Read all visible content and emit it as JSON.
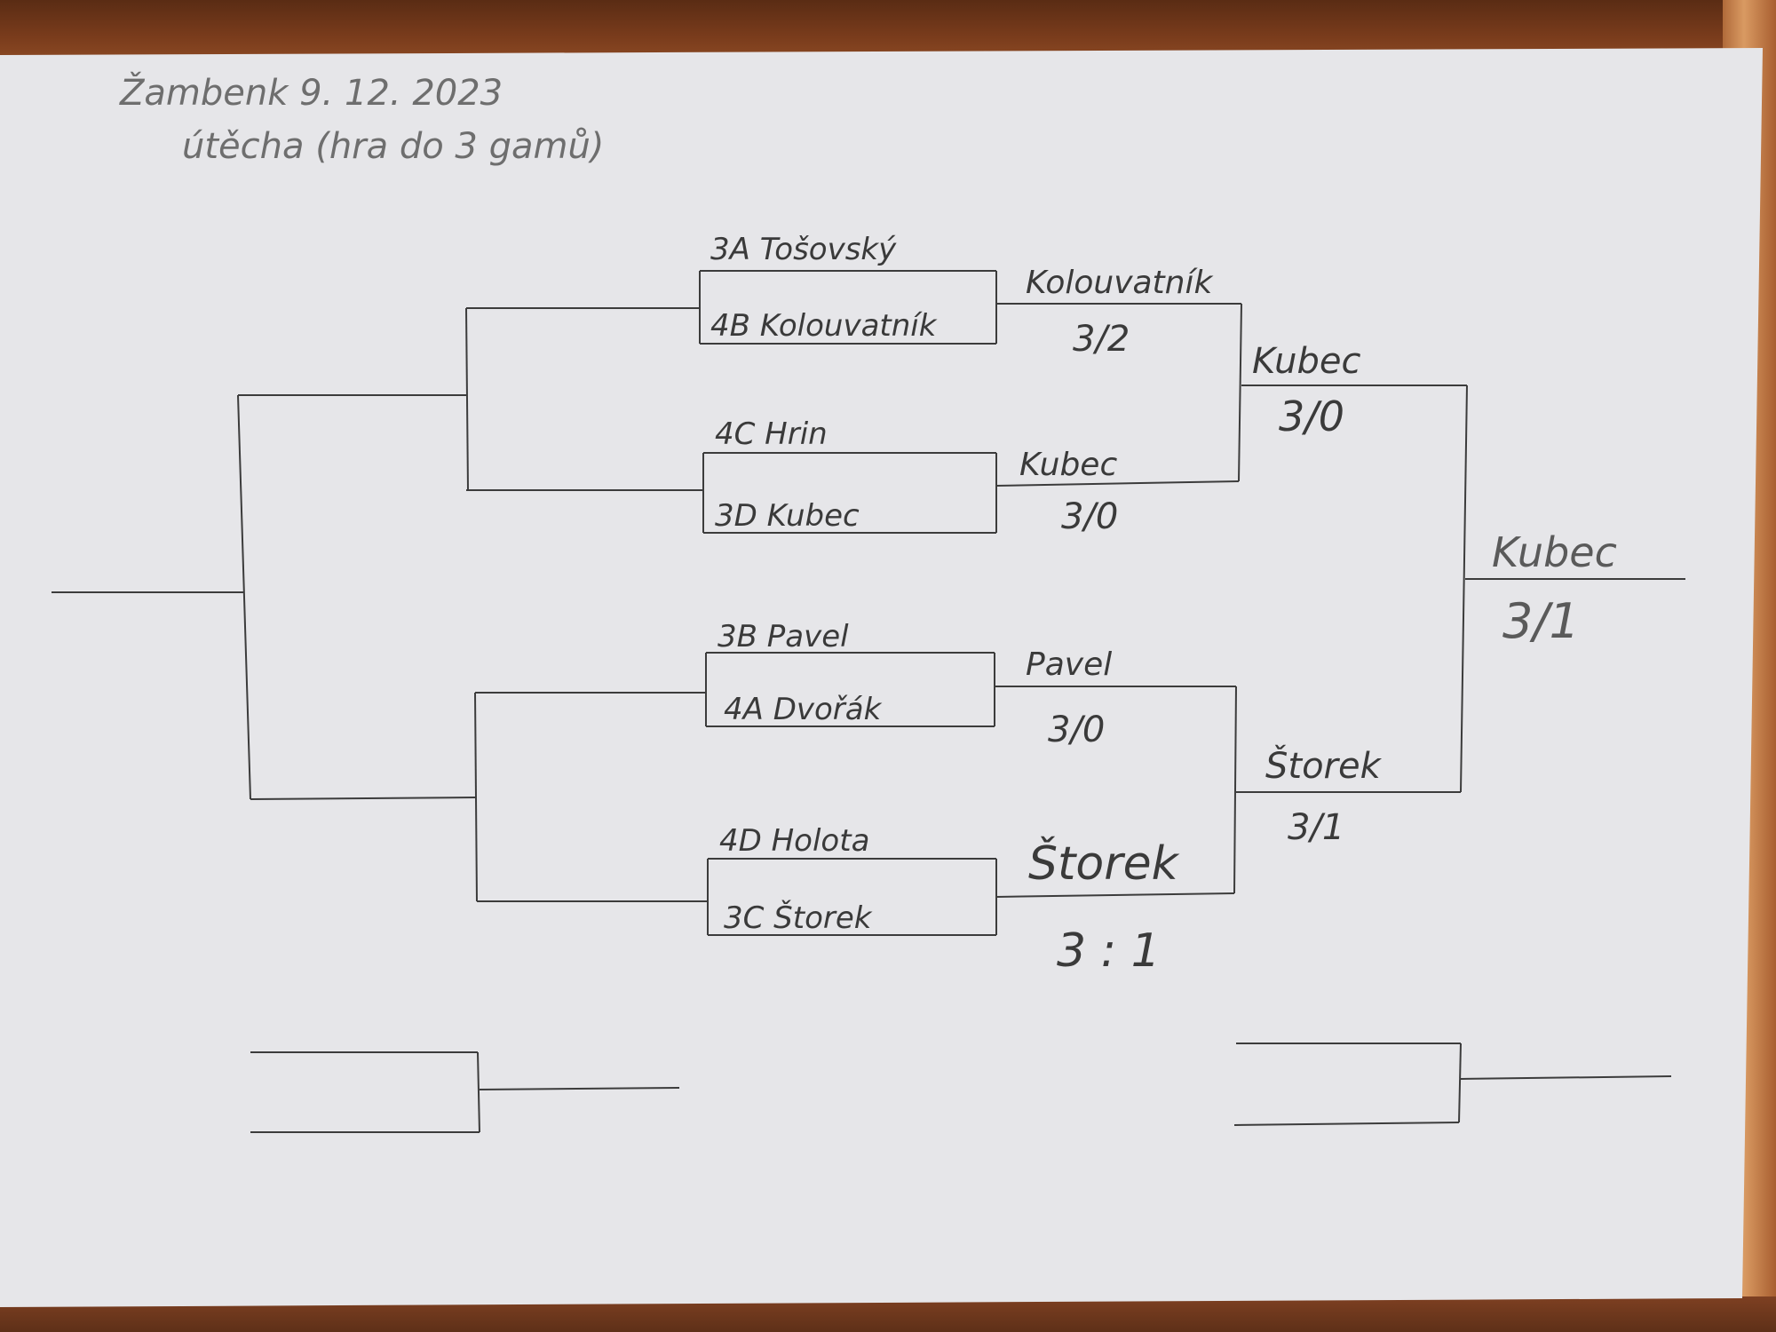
{
  "header": {
    "line1": "Žambenk 9. 12. 2023",
    "line2": "útěcha (hra do 3 gamů)"
  },
  "bracket": {
    "round1": [
      {
        "top": "3A  Tošovský",
        "bottom": "4B  Kolouvatník"
      },
      {
        "top": "4C  Hrin",
        "bottom": "3D  Kubec"
      },
      {
        "top": "3B  Pavel",
        "bottom": "4A  Dvořák"
      },
      {
        "top": "4D  Holota",
        "bottom": "3C  Štorek"
      }
    ],
    "round1_results": [
      {
        "winner": "Kolouvatník",
        "score": "3/2"
      },
      {
        "winner": "Kubec",
        "score": "3/0"
      },
      {
        "winner": "Pavel",
        "score": "3/0"
      },
      {
        "winner": "Štorek",
        "score": "3 : 1"
      }
    ],
    "semi_results": [
      {
        "winner": "Kubec",
        "score": "3/0"
      },
      {
        "winner": "Štorek",
        "score": "3/1"
      }
    ],
    "final_result": {
      "winner": "Kubec",
      "score": "3/1"
    }
  }
}
